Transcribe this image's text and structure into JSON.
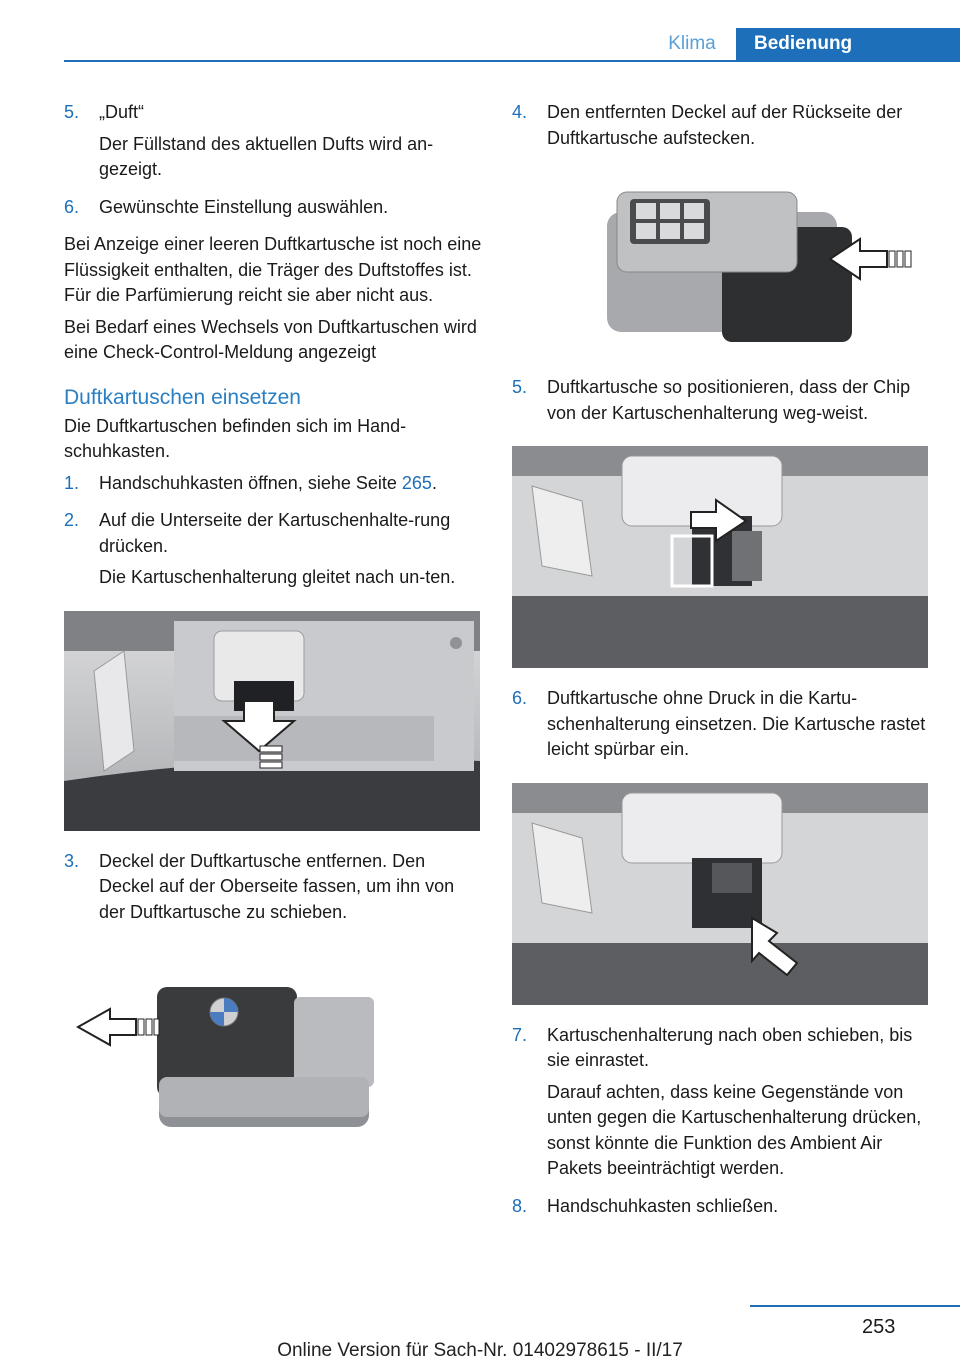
{
  "header": {
    "section": "Klima",
    "chapter": "Bedienung"
  },
  "left": {
    "step5_num": "5.",
    "step5_title": "„Duft“",
    "step5_text": "Der Füllstand des aktuellen Dufts wird an-gezeigt.",
    "step6_num": "6.",
    "step6_text": "Gewünschte Einstellung auswählen.",
    "para1": "Bei Anzeige einer leeren Duftkartusche ist noch eine Flüssigkeit enthalten, die Träger des Duftstoffes ist. Für die Parfümierung reicht sie aber nicht aus.",
    "para2": "Bei Bedarf eines Wechsels von Duftkartuschen wird eine Check-Control-Meldung angezeigt",
    "heading": "Duftkartuschen einsetzen",
    "intro": "Die Duftkartuschen befinden sich im Hand-schuhkasten.",
    "step1_num": "1.",
    "step1_text": "Handschuhkasten öffnen, siehe Seite ",
    "step1_link": "265",
    "step1_end": ".",
    "step2_num": "2.",
    "step2_text": "Auf die Unterseite der Kartuschenhalte-rung drücken.",
    "step2_sub": "Die Kartuschenhalterung gleitet nach un-ten.",
    "step3_num": "3.",
    "step3_text": "Deckel der Duftkartusche entfernen. Den Deckel auf der Oberseite fassen, um ihn von der Duftkartusche zu schieben."
  },
  "right": {
    "step4_num": "4.",
    "step4_text": "Den entfernten Deckel auf der Rückseite der Duftkartusche aufstecken.",
    "step5_num": "5.",
    "step5_text": "Duftkartusche so positionieren, dass der Chip von der Kartuschenhalterung weg-weist.",
    "step6_num": "6.",
    "step6_text": "Duftkartusche ohne Druck in die Kartu-schenhalterung einsetzen. Die Kartusche rastet leicht spürbar ein.",
    "step7_num": "7.",
    "step7_text": "Kartuschenhalterung nach oben schieben, bis sie einrastet.",
    "step7_sub": "Darauf achten, dass keine Gegenstände von unten gegen die Kartuschenhalterung drücken, sonst könnte die Funktion des Ambient Air Pakets beeinträchtigt werden.",
    "step8_num": "8.",
    "step8_text": "Handschuhkasten schließen."
  },
  "footer": {
    "page_number": "253",
    "online_version": "Online Version für Sach-Nr. 01402978615 - II/17"
  },
  "colors": {
    "accent": "#1c6fb8",
    "heading": "#2a7fc3",
    "tab_inactive_text": "#5aa0d6"
  }
}
